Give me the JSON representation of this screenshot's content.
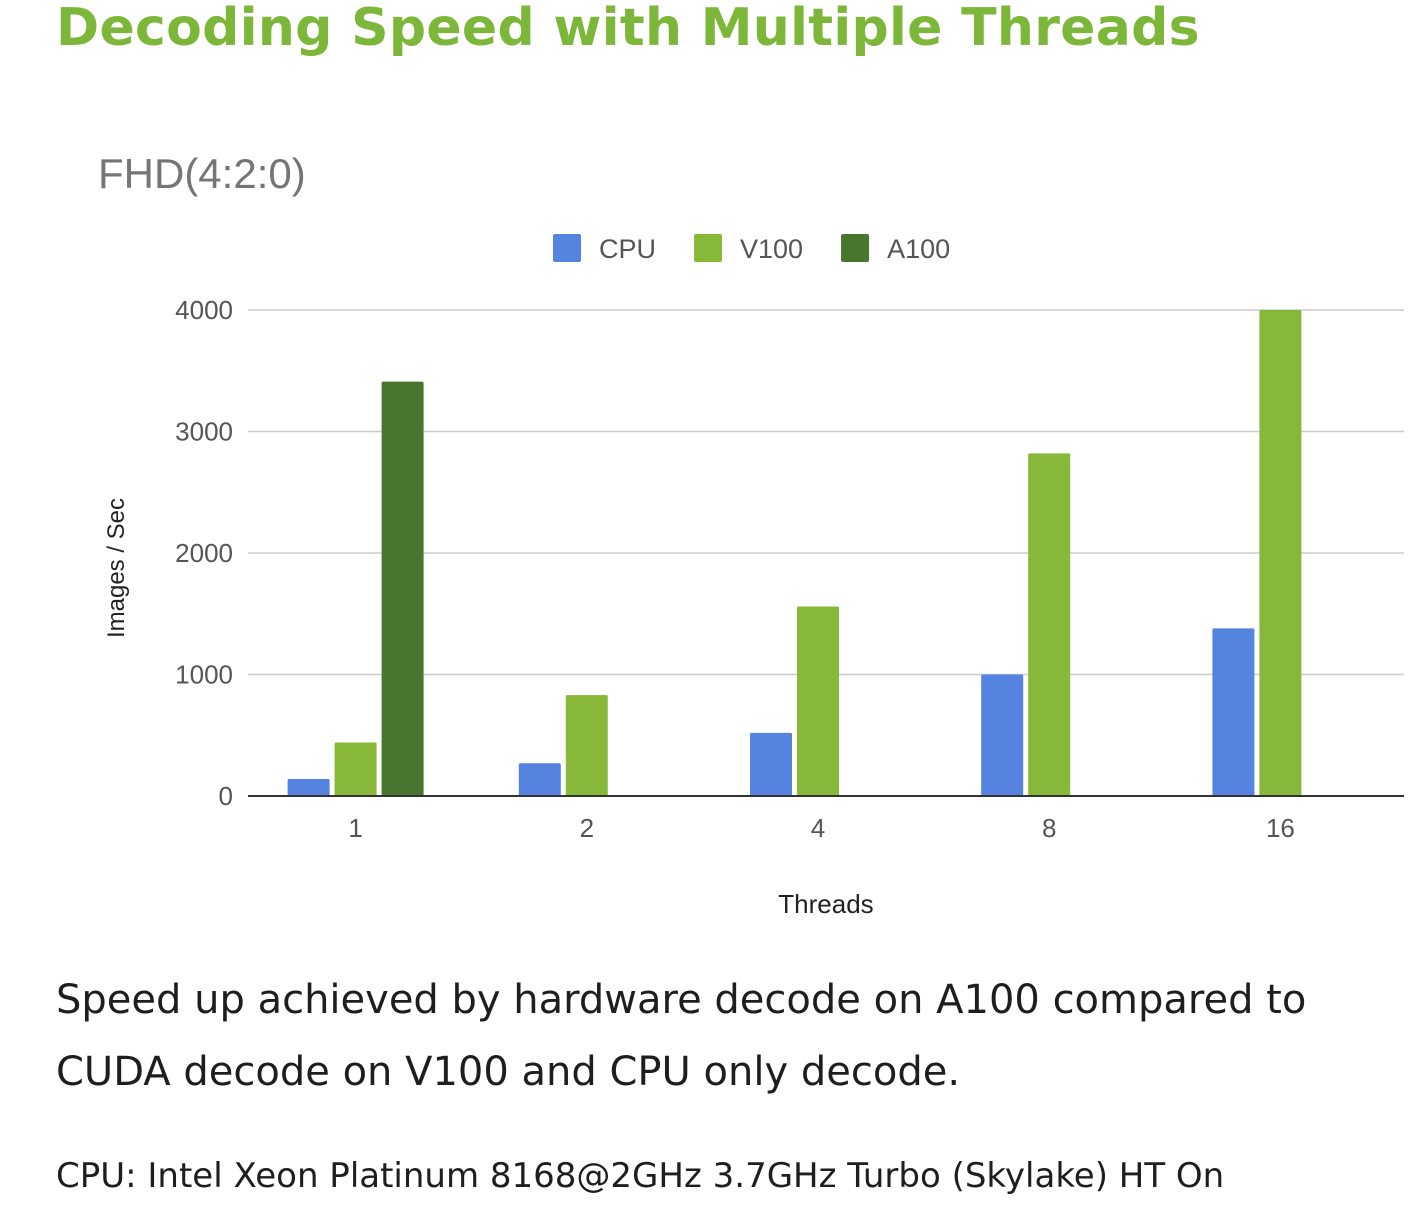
{
  "heading": "Decoding Speed with Multiple Threads",
  "caption": "Speed up achieved by hardware decode on A100 compared to CUDA decode on V100 and CPU only decode.",
  "footnote": "CPU: Intel Xeon Platinum 8168@2GHz 3.7GHz Turbo (Skylake) HT On",
  "colors": {
    "heading": "#7db73a",
    "text": "#1e1e1e"
  },
  "chart_data": {
    "type": "bar",
    "title": "FHD(4:2:0)",
    "xlabel": "Threads",
    "ylabel": "Images / Sec",
    "categories": [
      "1",
      "2",
      "4",
      "8",
      "16"
    ],
    "ylim": [
      0,
      4000
    ],
    "yticks": [
      0,
      1000,
      2000,
      3000,
      4000
    ],
    "grid": true,
    "legend_position": "top",
    "series": [
      {
        "name": "CPU",
        "color": "#5584e0",
        "values": [
          140,
          270,
          520,
          1000,
          1380
        ]
      },
      {
        "name": "V100",
        "color": "#88b83a",
        "values": [
          440,
          830,
          1560,
          2820,
          4000
        ]
      },
      {
        "name": "A100",
        "color": "#49762e",
        "values": [
          3410,
          null,
          null,
          null,
          null
        ]
      }
    ]
  }
}
